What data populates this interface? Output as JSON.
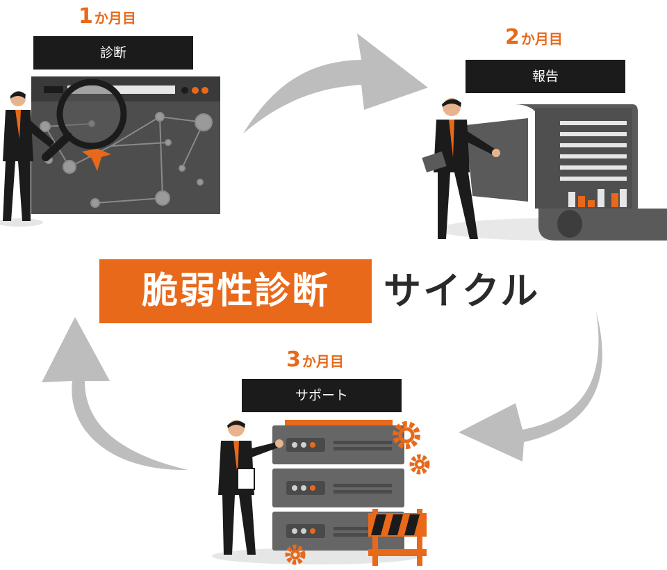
{
  "title": {
    "highlight": "脆弱性診断",
    "rest": "サイクル"
  },
  "steps": [
    {
      "month_num": "1",
      "month_unit": "か月目",
      "label": "診断"
    },
    {
      "month_num": "2",
      "month_unit": "か月目",
      "label": "報告"
    },
    {
      "month_num": "3",
      "month_unit": "か月目",
      "label": "サポート"
    }
  ],
  "colors": {
    "accent": "#e8691a",
    "label_bg": "#1b1b1b",
    "arrow": "#bdbdbd",
    "dark_gray": "#4a4a4a",
    "mid_gray": "#666666"
  },
  "icons": [
    "magnifier-icon",
    "network-graph-icon",
    "report-scroll-icon",
    "bar-chart-icon",
    "server-rack-icon",
    "gear-icon",
    "barricade-icon",
    "businessman-icon"
  ]
}
